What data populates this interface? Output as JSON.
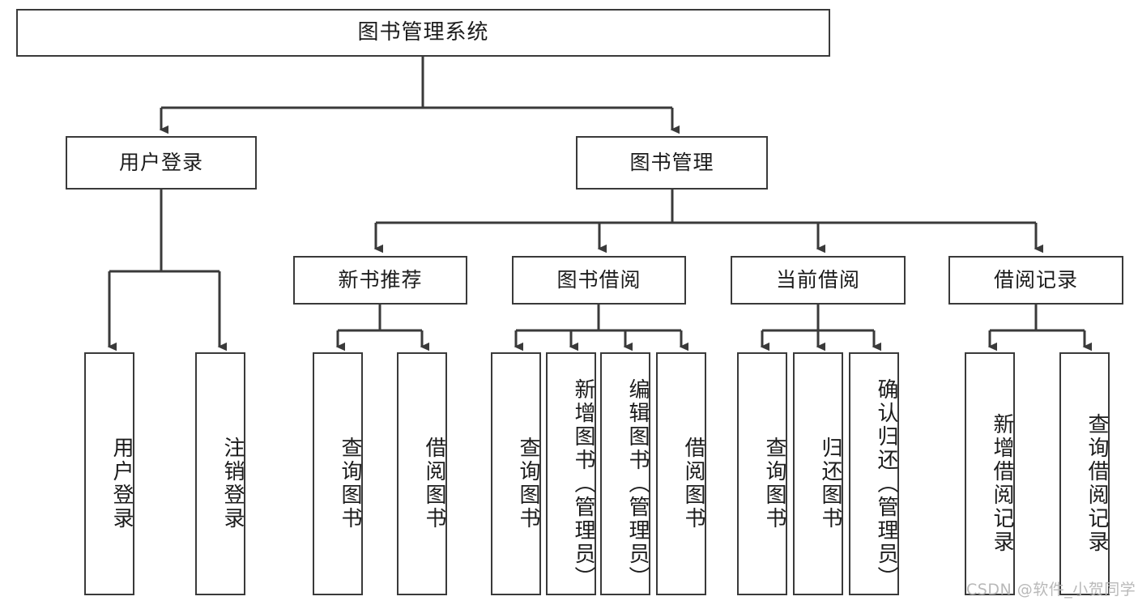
{
  "diagram": {
    "type": "tree-hierarchy",
    "title": "图书管理系统",
    "root": {
      "label": "图书管理系统"
    },
    "level2": [
      {
        "id": "user-login",
        "label": "用户登录"
      },
      {
        "id": "book-manage",
        "label": "图书管理"
      }
    ],
    "level3": [
      {
        "id": "new-book-rec",
        "label": "新书推荐",
        "parent": "book-manage"
      },
      {
        "id": "book-borrow",
        "label": "图书借阅",
        "parent": "book-manage"
      },
      {
        "id": "current-borrow",
        "label": "当前借阅",
        "parent": "book-manage"
      },
      {
        "id": "borrow-record",
        "label": "借阅记录",
        "parent": "book-manage"
      }
    ],
    "leaves": {
      "user-login": [
        {
          "id": "leaf-user-login",
          "label": "用户登录"
        },
        {
          "id": "leaf-logout",
          "label": "注销登录"
        }
      ],
      "new-book-rec": [
        {
          "id": "leaf-query-book-1",
          "label": "查询图书"
        },
        {
          "id": "leaf-borrow-book-1",
          "label": "借阅图书"
        }
      ],
      "book-borrow": [
        {
          "id": "leaf-query-book-2",
          "label": "查询图书"
        },
        {
          "id": "leaf-add-book",
          "label": "新增图书（管理员）"
        },
        {
          "id": "leaf-edit-book",
          "label": "编辑图书（管理员）"
        },
        {
          "id": "leaf-borrow-book-2",
          "label": "借阅图书"
        }
      ],
      "current-borrow": [
        {
          "id": "leaf-query-book-3",
          "label": "查询图书"
        },
        {
          "id": "leaf-return-book",
          "label": "归还图书"
        },
        {
          "id": "leaf-confirm-return",
          "label": "确认归还（管理员）"
        }
      ],
      "borrow-record": [
        {
          "id": "leaf-add-record",
          "label": "新增借阅记录"
        },
        {
          "id": "leaf-query-record",
          "label": "查询借阅记录"
        }
      ]
    }
  },
  "watermark": {
    "text": "CSDN @软件_小贺同学"
  },
  "colors": {
    "stroke": "#3a3a3a",
    "text": "#1c1c1c",
    "background": "#ffffff",
    "watermark": "#b9b9b9"
  }
}
